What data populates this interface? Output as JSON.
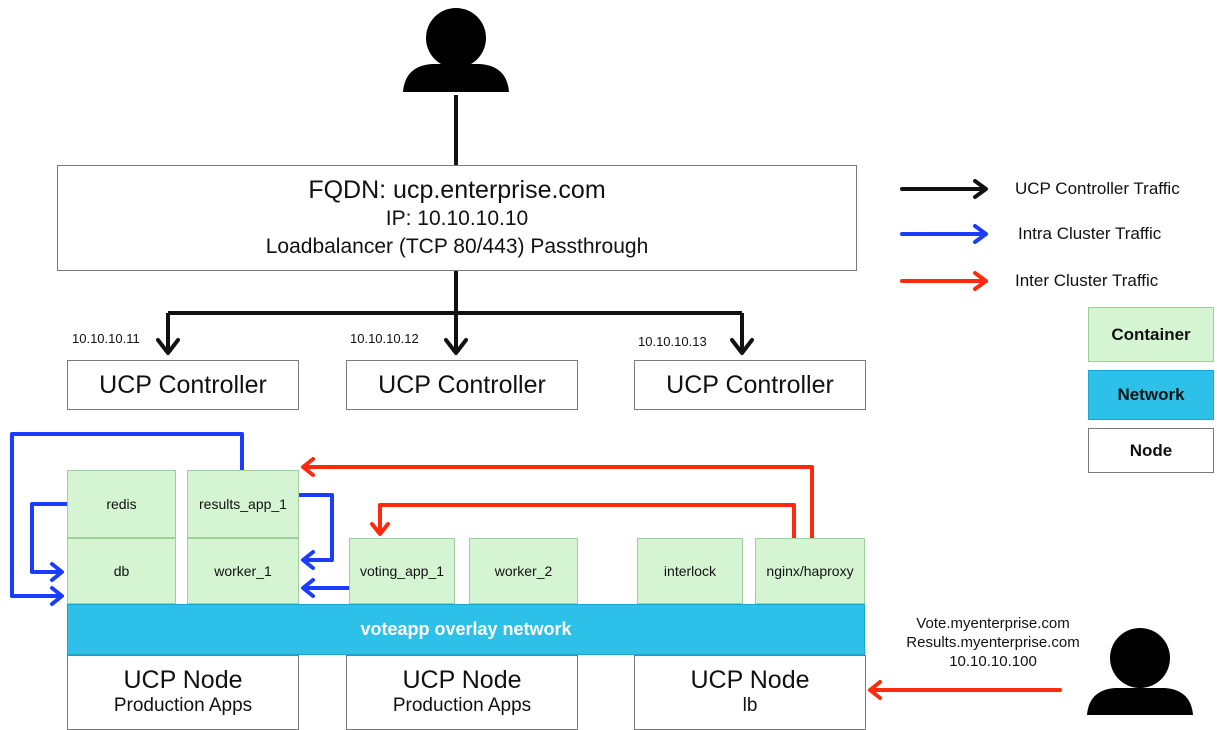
{
  "loadbalancer": {
    "fqdn": "FQDN: ucp.enterprise.com",
    "ip": "IP: 10.10.10.10",
    "desc": "Loadbalancer (TCP 80/443) Passthrough"
  },
  "controllers": [
    {
      "ip": "10.10.10.11",
      "label": "UCP Controller"
    },
    {
      "ip": "10.10.10.12",
      "label": "UCP Controller"
    },
    {
      "ip": "10.10.10.13",
      "label": "UCP Controller"
    }
  ],
  "containers": {
    "redis": "redis",
    "results_app_1": "results_app_1",
    "db": "db",
    "worker_1": "worker_1",
    "voting_app_1": "voting_app_1",
    "worker_2": "worker_2",
    "interlock": "interlock",
    "nginx": "nginx/haproxy"
  },
  "network": {
    "label": "voteapp overlay network"
  },
  "nodes": [
    {
      "title": "UCP Node",
      "sub": "Production Apps"
    },
    {
      "title": "UCP Node",
      "sub": "Production Apps"
    },
    {
      "title": "UCP Node",
      "sub": "lb"
    }
  ],
  "legend": {
    "controller_traffic": "UCP Controller Traffic",
    "intra_traffic": "Intra Cluster Traffic",
    "inter_traffic": "Inter Cluster Traffic",
    "container": "Container",
    "network": "Network",
    "node": "Node"
  },
  "external": {
    "line1": "Vote.myenterprise.com",
    "line2": "Results.myenterprise.com",
    "line3": "10.10.10.100"
  },
  "colors": {
    "controller": "#111111",
    "intra": "#1a3cff",
    "inter": "#ff2a0d",
    "container": "#d5f5d2",
    "network": "#2dc0e8"
  },
  "icons": {
    "top_user": "person-icon",
    "external_user": "person-icon"
  }
}
